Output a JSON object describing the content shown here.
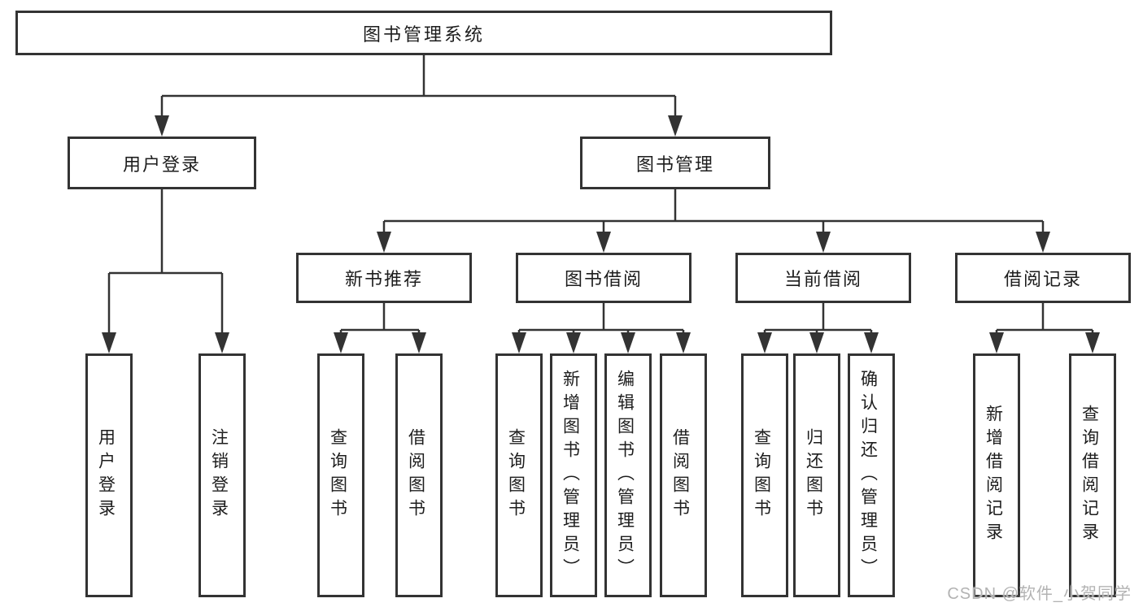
{
  "colors": {
    "line": "#333333",
    "text": "#1d1d1d",
    "watermark": "#b3b3b3",
    "background": "#ffffff"
  },
  "watermark": "CSDN @软件_小贺同学",
  "tree": {
    "root": {
      "label": "图书管理系统"
    },
    "branches": [
      {
        "label": "用户登录",
        "children": [
          {
            "label": "用户登录"
          },
          {
            "label": "注销登录"
          }
        ]
      },
      {
        "label": "图书管理",
        "sections": [
          {
            "label": "新书推荐",
            "children": [
              {
                "label": "查询图书"
              },
              {
                "label": "借阅图书"
              }
            ]
          },
          {
            "label": "图书借阅",
            "children": [
              {
                "label": "查询图书"
              },
              {
                "label": "新增图书（管理员）"
              },
              {
                "label": "编辑图书（管理员）"
              },
              {
                "label": "借阅图书"
              }
            ]
          },
          {
            "label": "当前借阅",
            "children": [
              {
                "label": "查询图书"
              },
              {
                "label": "归还图书"
              },
              {
                "label": "确认归还（管理员）"
              }
            ]
          },
          {
            "label": "借阅记录",
            "children": [
              {
                "label": "新增借阅记录"
              },
              {
                "label": "查询借阅记录"
              }
            ]
          }
        ]
      }
    ]
  }
}
